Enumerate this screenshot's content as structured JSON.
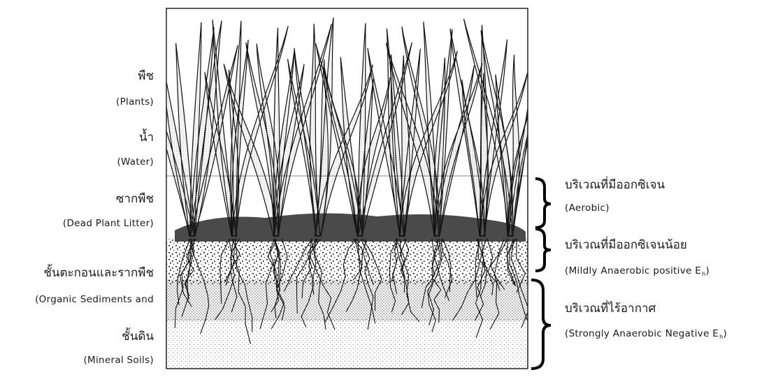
{
  "left_labels": [
    {
      "thai": "พืช",
      "english": "(Plants)"
    },
    {
      "thai": "น้ำ",
      "english": "(Water)"
    },
    {
      "thai": "ซากพืช",
      "english": "(Dead Plant Litter)"
    },
    {
      "thai": "ชั้นตะกอนและรากพืช",
      "english": "(Organic Sediments and"
    },
    {
      "thai": "ชั้นดิน",
      "english": "(Mineral Soils)"
    }
  ],
  "right_labels": [
    {
      "thai": "บริเวณที่มีออกซิเจน",
      "english": "(Aerobic)"
    },
    {
      "thai": "บริเวณที่มีออกซิเจนน้อย",
      "english": "(Mildly Anaerobic positive E",
      "english_sub": "h",
      "english_end": ")"
    },
    {
      "thai": "บริเวณที่ไร้อากาศ",
      "english": "(Strongly Anaerobic Negative E",
      "english_sub": "h",
      "english_end": ")"
    }
  ],
  "colors": {
    "ink": "#1a1a1a",
    "paper": "#ffffff",
    "litter": "#4a4a4a"
  }
}
